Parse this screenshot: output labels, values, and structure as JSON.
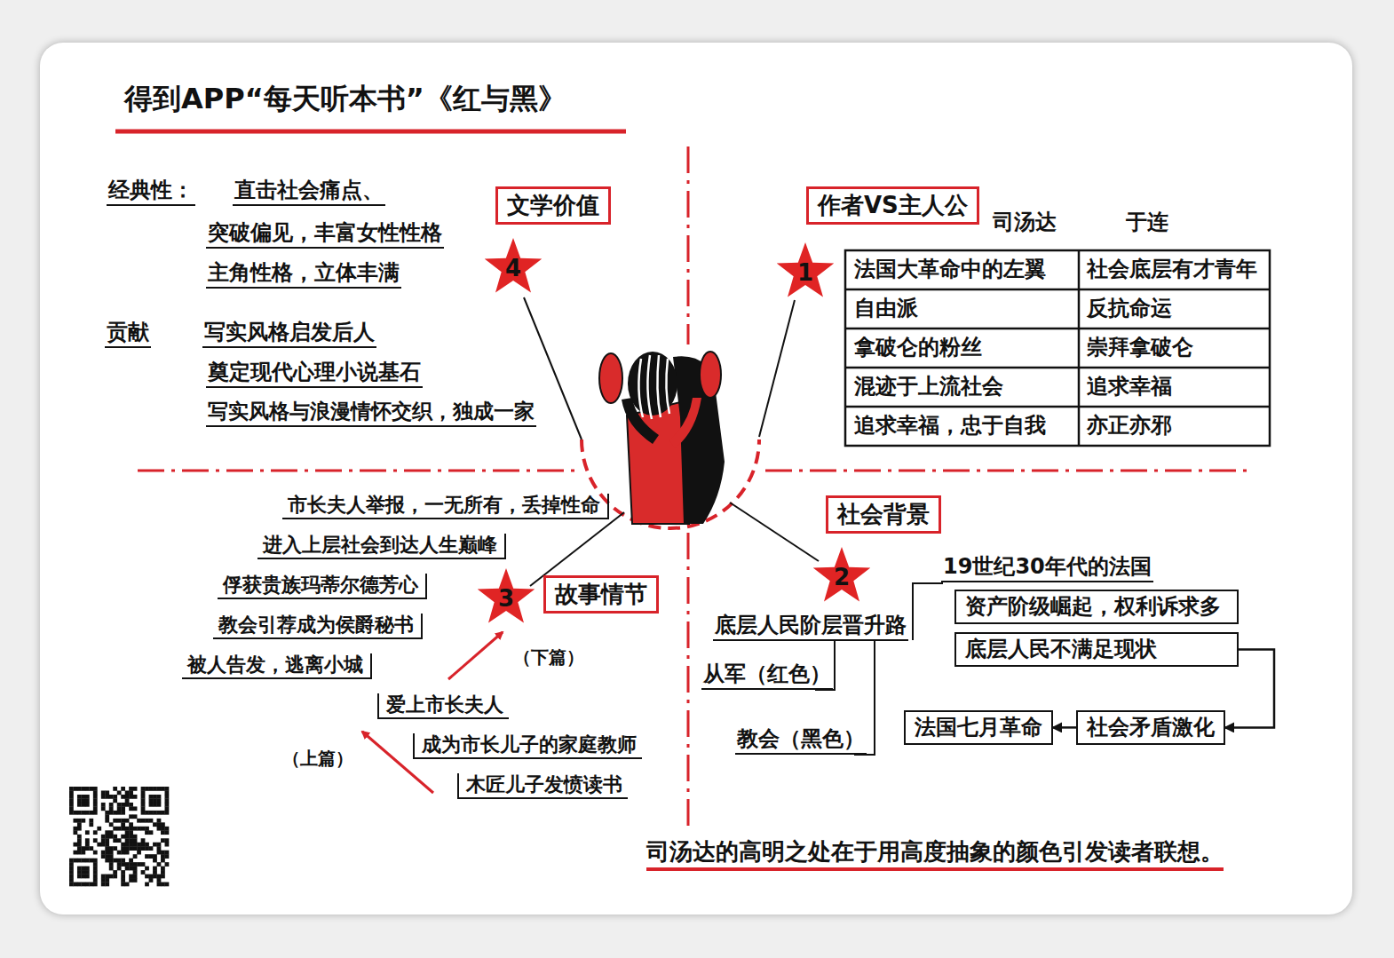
{
  "diagram": {
    "title": "得到APP“每天听本书”《红与黑》",
    "caption": "司汤达的高明之处在于用高度抽象的颜色引发读者联想。",
    "nodes": [
      {
        "text": [
          "文学价值"
        ]
      },
      {
        "text": [
          "4"
        ]
      },
      {
        "text": [
          "作者VS主人公"
        ]
      },
      {
        "text": [
          "1"
        ]
      },
      {
        "text": [
          "故事情节"
        ]
      },
      {
        "text": [
          "3"
        ]
      },
      {
        "text": [
          "社会背景"
        ]
      },
      {
        "text": [
          "2"
        ]
      },
      {
        "text": [
          "资产阶级崛起，权利诉求多"
        ]
      },
      {
        "text": [
          "底层人民不满足现状"
        ]
      },
      {
        "text": [
          "社会矛盾激化"
        ]
      },
      {
        "text": [
          "法国七月革命"
        ]
      }
    ],
    "edges": [
      {
        "from": 9,
        "to": 10,
        "arrow": "to"
      },
      {
        "from": 10,
        "to": 11,
        "arrow": "to"
      }
    ],
    "labels": [
      "经典性：",
      "直击社会痛点、",
      "突破偏见，丰富女性性格",
      "主角性格，立体丰满",
      "贡献",
      "写实风格启发后人",
      "奠定现代心理小说基石",
      "写实风格与浪漫情怀交织，独成一家",
      "司汤达",
      "于连",
      "法国大革命中的左翼",
      "社会底层有才青年",
      "自由派",
      "反抗命运",
      "拿破仑的粉丝",
      "崇拜拿破仑",
      "混迹于上流社会",
      "追求幸福",
      "追求幸福，忠于自我",
      "亦正亦邪",
      "市长夫人举报，一无所有，丢掉性命",
      "进入上层社会到达人生巅峰",
      "俘获贵族玛蒂尔德芳心",
      "教会引荐成为侯爵秘书",
      "被人告发，逃离小城",
      "（下篇）",
      "爱上市长夫人",
      "成为市长儿子的家庭教师",
      "木匠儿子发愤读书",
      "（上篇）",
      "19世纪30年代的法国",
      "底层人民阶层晋升路",
      "从军（红色）",
      "教会（黑色）"
    ]
  }
}
